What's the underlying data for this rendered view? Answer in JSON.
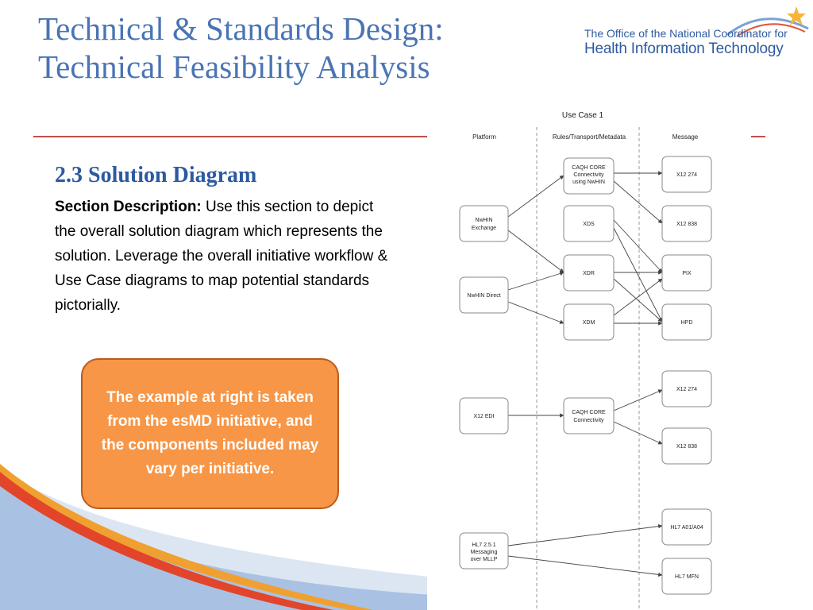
{
  "title": {
    "line1": "Technical & Standards Design:",
    "line2": "Technical Feasibility Analysis"
  },
  "logo": {
    "line1": "The Office of the National Coordinator for",
    "line2": "Health Information Technology"
  },
  "section": {
    "heading": "2.3 Solution Diagram",
    "label": "Section Description:",
    "text": " Use this section to depict the overall solution diagram which represents the solution. Leverage the overall initiative workflow & Use Case diagrams to map potential standards pictorially."
  },
  "callout": {
    "text": "The example at right is taken from the esMD initiative, and the components included may vary per initiative."
  },
  "diagram": {
    "title": "Use Case 1",
    "columns": [
      "Platform",
      "Rules/Transport/Metadata",
      "Message"
    ],
    "platforms": {
      "nwhin_exchange": [
        "NwHIN",
        "Exchange"
      ],
      "nwhin_direct": [
        "NwHIN Direct"
      ],
      "x12_edi": [
        "X12 EDI"
      ],
      "hl7": [
        "HL7 2.5.1",
        "Messaging",
        "over MLLP"
      ]
    },
    "transports": {
      "caqh_nwhin": [
        "CAQH CORE",
        "Connectivity",
        "using NwHIN"
      ],
      "xds": [
        "XDS"
      ],
      "xdr": [
        "XDR"
      ],
      "xdm": [
        "XDM"
      ],
      "caqh": [
        "CAQH CORE",
        "Connectivity"
      ]
    },
    "messages": {
      "x12_274_a": [
        "X12 274"
      ],
      "x12_838_a": [
        "X12 838"
      ],
      "pix": [
        "PIX"
      ],
      "hpd": [
        "HPD"
      ],
      "x12_274_b": [
        "X12 274"
      ],
      "x12_838_b": [
        "X12 838"
      ],
      "hl7_a01": [
        "HL7 A01/A04"
      ],
      "hl7_mfn": [
        "HL7 MFN"
      ]
    }
  }
}
